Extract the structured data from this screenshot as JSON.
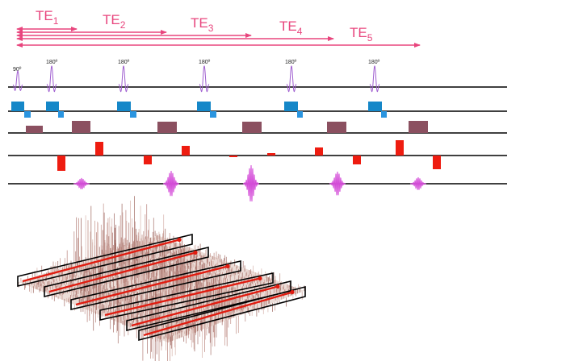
{
  "echo_times": [
    {
      "label": "TE",
      "sub": "1"
    },
    {
      "label": "TE",
      "sub": "2"
    },
    {
      "label": "TE",
      "sub": "3"
    },
    {
      "label": "TE",
      "sub": "4"
    },
    {
      "label": "TE",
      "sub": "5"
    }
  ],
  "rf_pulses": [
    "90º",
    "180º",
    "180º",
    "180º",
    "180º",
    "180º"
  ],
  "colors": {
    "te_arrows": "#e8457d",
    "rf_pulse": "#a05fd0",
    "slice_gradient": "#1587c8",
    "slice_gradient_small": "#2a95e0",
    "phase_gradient": "#8b5060",
    "readout_gradient": "#ee1c10",
    "echo_signal": "#d44cd8",
    "kspace_trajectory": "#e01c10",
    "kspace_border": "#000000",
    "kspace_surface": "#c39a92"
  }
}
